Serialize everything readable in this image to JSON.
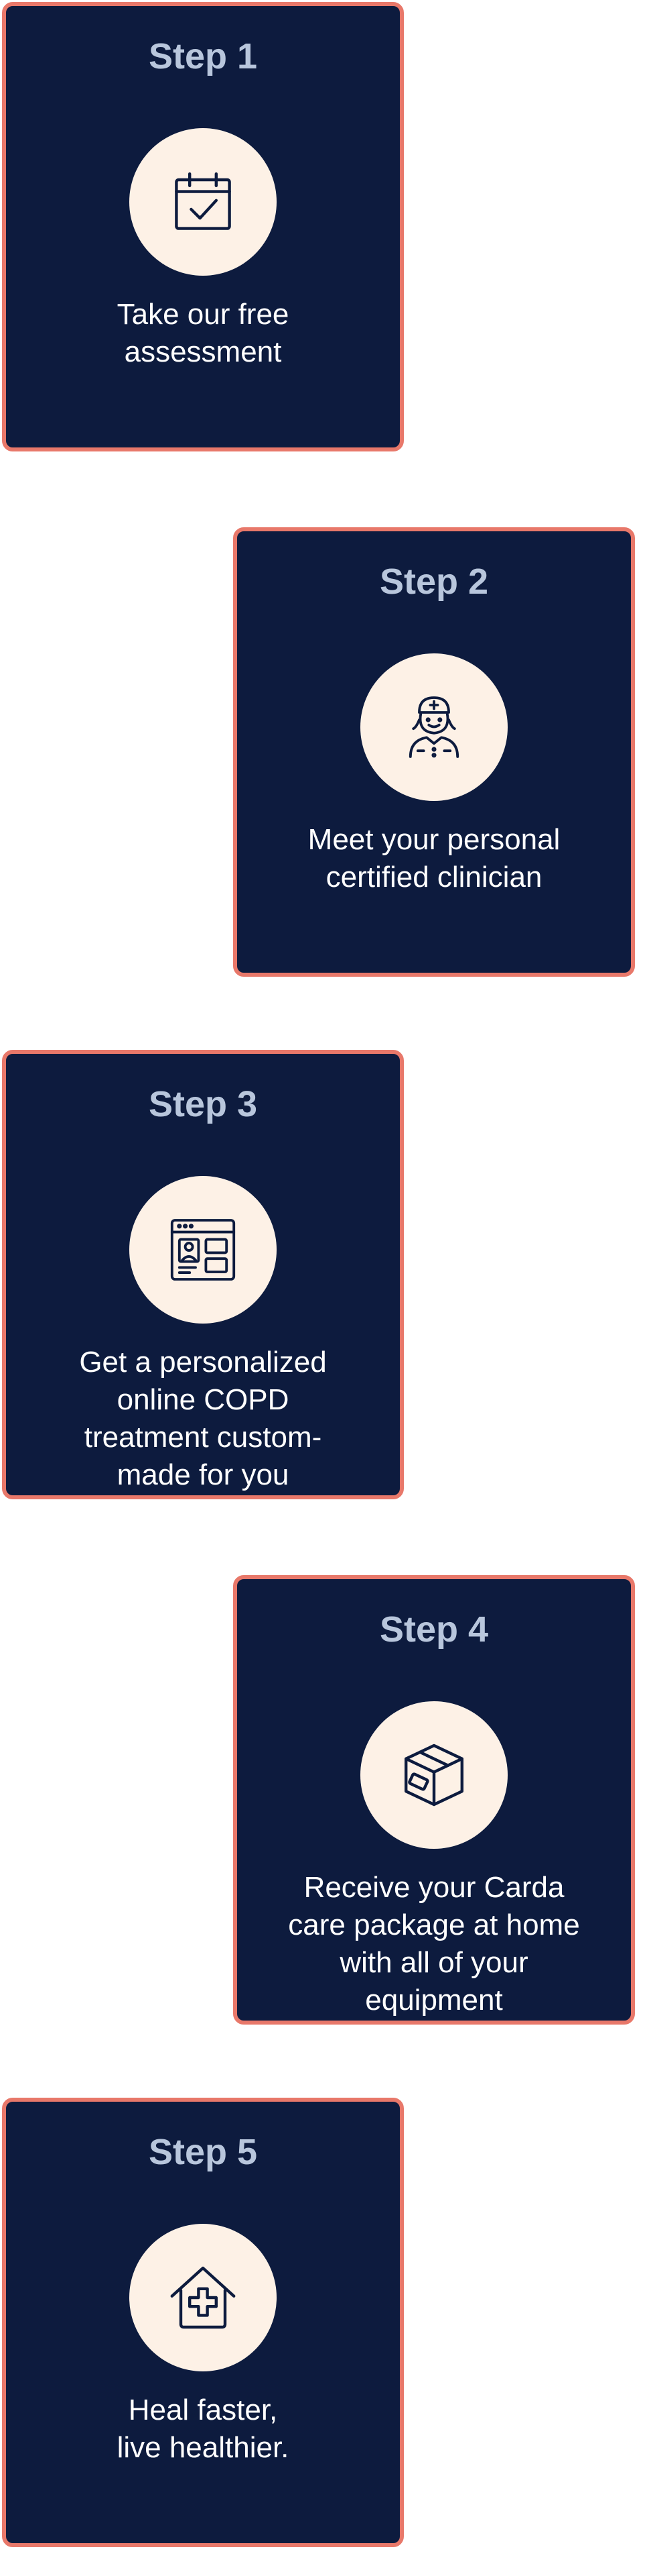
{
  "colors": {
    "card_background": "#0d1b3e",
    "card_border": "#e8786a",
    "step_title": "#b8c6dc",
    "icon_circle": "#fdf1e6",
    "text": "#ffffff"
  },
  "steps": [
    {
      "title": "Step 1",
      "icon": "calendar-check-icon",
      "lines": [
        "Take our free",
        "assessment"
      ]
    },
    {
      "title": "Step 2",
      "icon": "nurse-icon",
      "lines": [
        "Meet your personal",
        "certified clinician"
      ]
    },
    {
      "title": "Step 3",
      "icon": "browser-profile-icon",
      "lines": [
        "Get a personalized",
        "online COPD",
        "treatment custom-",
        "made for you"
      ]
    },
    {
      "title": "Step 4",
      "icon": "package-box-icon",
      "lines": [
        "Receive your Carda",
        "care package at home",
        "with all of your",
        "equipment"
      ]
    },
    {
      "title": "Step 5",
      "icon": "house-medical-icon",
      "lines": [
        "Heal faster,",
        "live healthier."
      ]
    }
  ]
}
